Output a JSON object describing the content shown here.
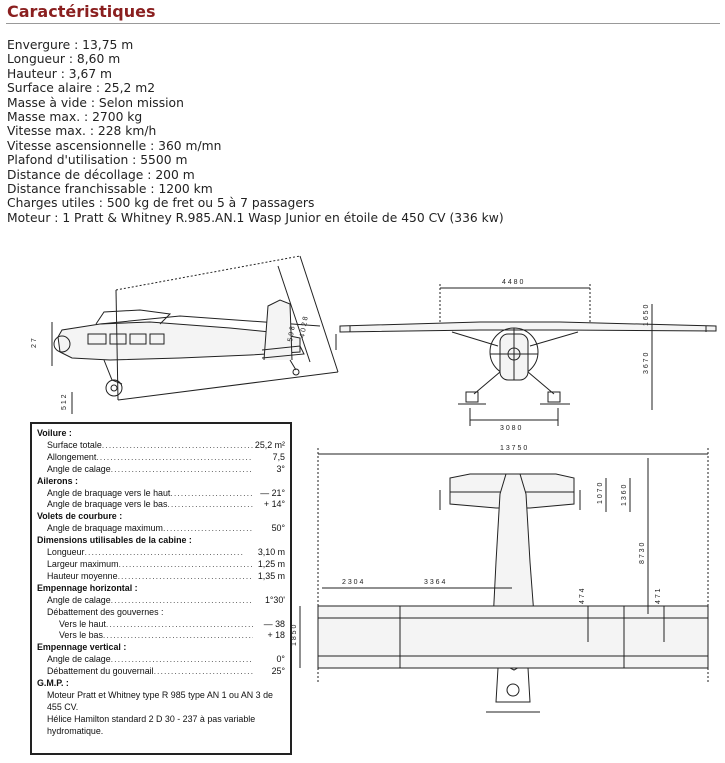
{
  "heading": "Caractéristiques",
  "specs": [
    "Envergure : 13,75 m",
    "Longueur : 8,60 m",
    "Hauteur : 3,67 m",
    "Surface alaire : 25,2 m2",
    "Masse à vide : Selon mission",
    "Masse max. : 2700 kg",
    "Vitesse max. : 228 km/h",
    "Vitesse ascensionnelle : 360 m/mn",
    "Plafond d'utilisation : 5500 m",
    "Distance de décollage : 200 m",
    "Distance franchissable : 1200 km",
    "Charges utiles : 500 kg de fret ou 5 à 7 passagers",
    "Moteur : 1 Pratt & Whitney R.985.AN.1 Wasp Junior en étoile de 450 CV (336 kw)"
  ],
  "drawing": {
    "side_dims": [
      "2 7",
      "5 1 2",
      "5 9 8",
      "4 0 2 8"
    ],
    "front_dims": [
      "4 4 8 0",
      "1 6 5 0",
      "3 6 7 0",
      "3 0 8 0"
    ],
    "top_dims": [
      "1 3 7 5 0",
      "1 0 7 0",
      "1 3 6 0",
      "8 7 3 0",
      "2 3 0 4",
      "3 3 6 4",
      "4 7 4",
      "4 7 1",
      "1 8 5 0"
    ]
  },
  "table": [
    {
      "section": "Voilure :",
      "rows": [
        {
          "label": "Surface totale",
          "value": "25,2 m²"
        },
        {
          "label": "Allongement",
          "value": "7,5"
        },
        {
          "label": "Angle de calage",
          "value": "3°"
        }
      ]
    },
    {
      "section": "Ailerons :",
      "rows": [
        {
          "label": "Angle de braquage vers le haut",
          "value": "— 21°"
        },
        {
          "label": "Angle de braquage vers le bas",
          "value": "+ 14°"
        }
      ]
    },
    {
      "section": "Volets de courbure :",
      "rows": [
        {
          "label": "Angle de braquage maximum",
          "value": "50°"
        }
      ]
    },
    {
      "section": "Dimensions utilisables de la cabine :",
      "rows": [
        {
          "label": "Longueur",
          "value": "3,10 m"
        },
        {
          "label": "Largeur maximum",
          "value": "1,25 m"
        },
        {
          "label": "Hauteur moyenne",
          "value": "1,35 m"
        }
      ]
    },
    {
      "section": "Empennage horizontal :",
      "rows": [
        {
          "label": "Angle de calage",
          "value": "1°30'"
        },
        {
          "label": "Débattement des gouvernes :",
          "value": ""
        },
        {
          "label": "Vers le haut",
          "value": "— 38",
          "sub": true
        },
        {
          "label": "Vers le bas",
          "value": "+ 18",
          "sub": true
        }
      ]
    },
    {
      "section": "Empennage vertical :",
      "rows": [
        {
          "label": "Angle de calage",
          "value": "0°"
        },
        {
          "label": "Débattement du gouvernail",
          "value": "25°"
        }
      ]
    },
    {
      "section": "G.M.P. :",
      "notes": [
        "Moteur Pratt et Whitney type R 985 type AN 1 ou AN 3 de 455 CV.",
        "Hélice Hamilton standard 2 D 30 - 237 à pas variable hydromatique."
      ]
    }
  ]
}
